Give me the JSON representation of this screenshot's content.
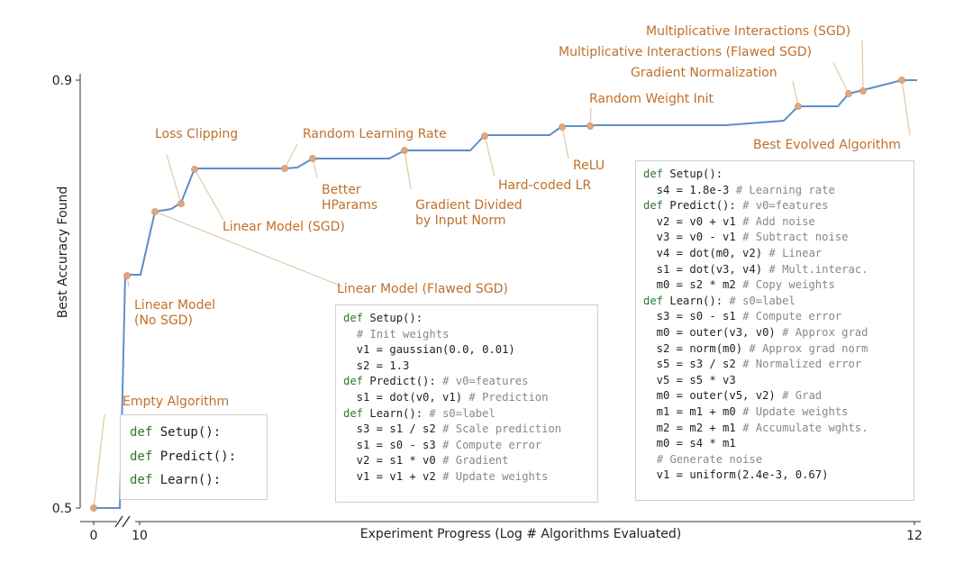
{
  "chart_data": {
    "type": "line",
    "xlabel": "Experiment Progress (Log # Algorithms Evaluated)",
    "ylabel": "Best Accuracy Found",
    "xticks": [
      "0",
      "10",
      "12"
    ],
    "yticks": [
      "0.5",
      "0.9"
    ],
    "ylim": [
      0.5,
      0.9
    ],
    "line_color": "#5b8fc9",
    "point_color": "#e0a882",
    "annotation_color": "#c0702a",
    "series": [
      {
        "steps": [
          [
            0,
            0.5
          ],
          [
            0.3,
            0.5
          ],
          [
            0.55,
            0.5
          ],
          [
            10.0,
            0.71
          ],
          [
            10.04,
            0.71
          ],
          [
            10.04,
            0.71
          ],
          [
            10.13,
            0.775
          ],
          [
            10.17,
            0.777
          ],
          [
            10.21,
            0.787
          ],
          [
            10.27,
            0.819
          ],
          [
            10.6,
            0.819
          ],
          [
            10.7,
            0.82
          ],
          [
            10.76,
            0.822
          ],
          [
            10.94,
            0.823
          ],
          [
            11.05,
            0.833
          ],
          [
            11.2,
            0.833
          ],
          [
            11.26,
            0.846
          ],
          [
            11.33,
            0.846
          ],
          [
            11.39,
            0.852
          ],
          [
            11.48,
            0.853
          ],
          [
            11.82,
            0.855
          ],
          [
            12.0,
            0.899
          ]
        ]
      }
    ],
    "annotations": [
      {
        "label": "Empty Algorithm",
        "code": [
          "def Setup():",
          "def Predict():",
          "def Learn():"
        ]
      },
      {
        "label": "Linear Model (No SGD)"
      },
      {
        "label": "Loss Clipping"
      },
      {
        "label": "Linear Model (SGD)"
      },
      {
        "label": "Linear Model (Flawed SGD)",
        "code": [
          "def Setup():",
          "  # Init weights",
          "  v1 = gaussian(0.0, 0.01)",
          "  s2 = 1.3",
          "def Predict(): # v0=features",
          "  s1 = dot(v0, v1) # Prediction",
          "def Learn(): # s0=label",
          "  s3 = s1 / s2 # Scale prediction",
          "  s1 = s0 - s3 # Compute error",
          "  v2 = s1 * v0 # Gradient",
          "  v1 = v1 + v2 # Update weights"
        ]
      },
      {
        "label": "Random Learning Rate"
      },
      {
        "label": "Better HParams"
      },
      {
        "label": "Gradient Divided by Input Norm"
      },
      {
        "label": "Hard-coded LR"
      },
      {
        "label": "ReLU"
      },
      {
        "label": "Random Weight Init"
      },
      {
        "label": "Gradient Normalization"
      },
      {
        "label": "Multiplicative Interactions (Flawed SGD)"
      },
      {
        "label": "Multiplicative Interactions (SGD)"
      },
      {
        "label": "Best Evolved Algorithm",
        "code": [
          "def Setup():",
          "  s4 = 1.8e-3 # Learning rate",
          "def Predict(): # v0=features",
          "  v2 = v0 + v1 # Add noise",
          "  v3 = v0 - v1 # Subtract noise",
          "  v4 = dot(m0, v2) # Linear",
          "  s1 = dot(v3, v4) # Mult.interac.",
          "  m0 = s2 * m2 # Copy weights",
          "def Learn(): # s0=label",
          "  s3 = s0 - s1 # Compute error",
          "  m0 = outer(v3, v0) # Approx grad",
          "  s2 = norm(m0) # Approx grad norm",
          "  s5 = s3 / s2 # Normalized error",
          "  v5 = s5 * v3",
          "  m0 = outer(v5, v2) # Grad",
          "  m1 = m1 + m0 # Update weights",
          "  m2 = m2 + m1 # Accumulate wghts.",
          "  m0 = s4 * m1",
          "  # Generate noise",
          "  v1 = uniform(2.4e-3, 0.67)"
        ]
      }
    ]
  }
}
